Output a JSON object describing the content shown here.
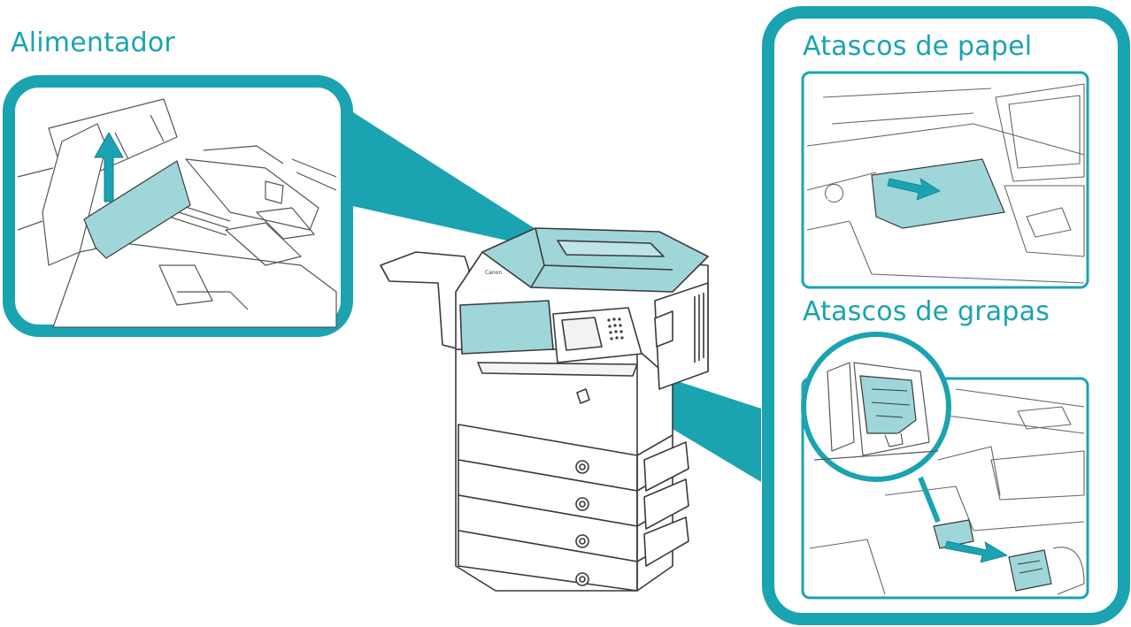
{
  "labels": {
    "feeder": "Alimentador",
    "paper_jams": "Atascos de papel",
    "staple_jams": "Atascos de grapas"
  },
  "colors": {
    "accent": "#1aa3b0",
    "accent_fill": "#9fd6d9",
    "line": "#3a3a3a"
  },
  "icons": {
    "brand_logo_text": "Canon"
  }
}
